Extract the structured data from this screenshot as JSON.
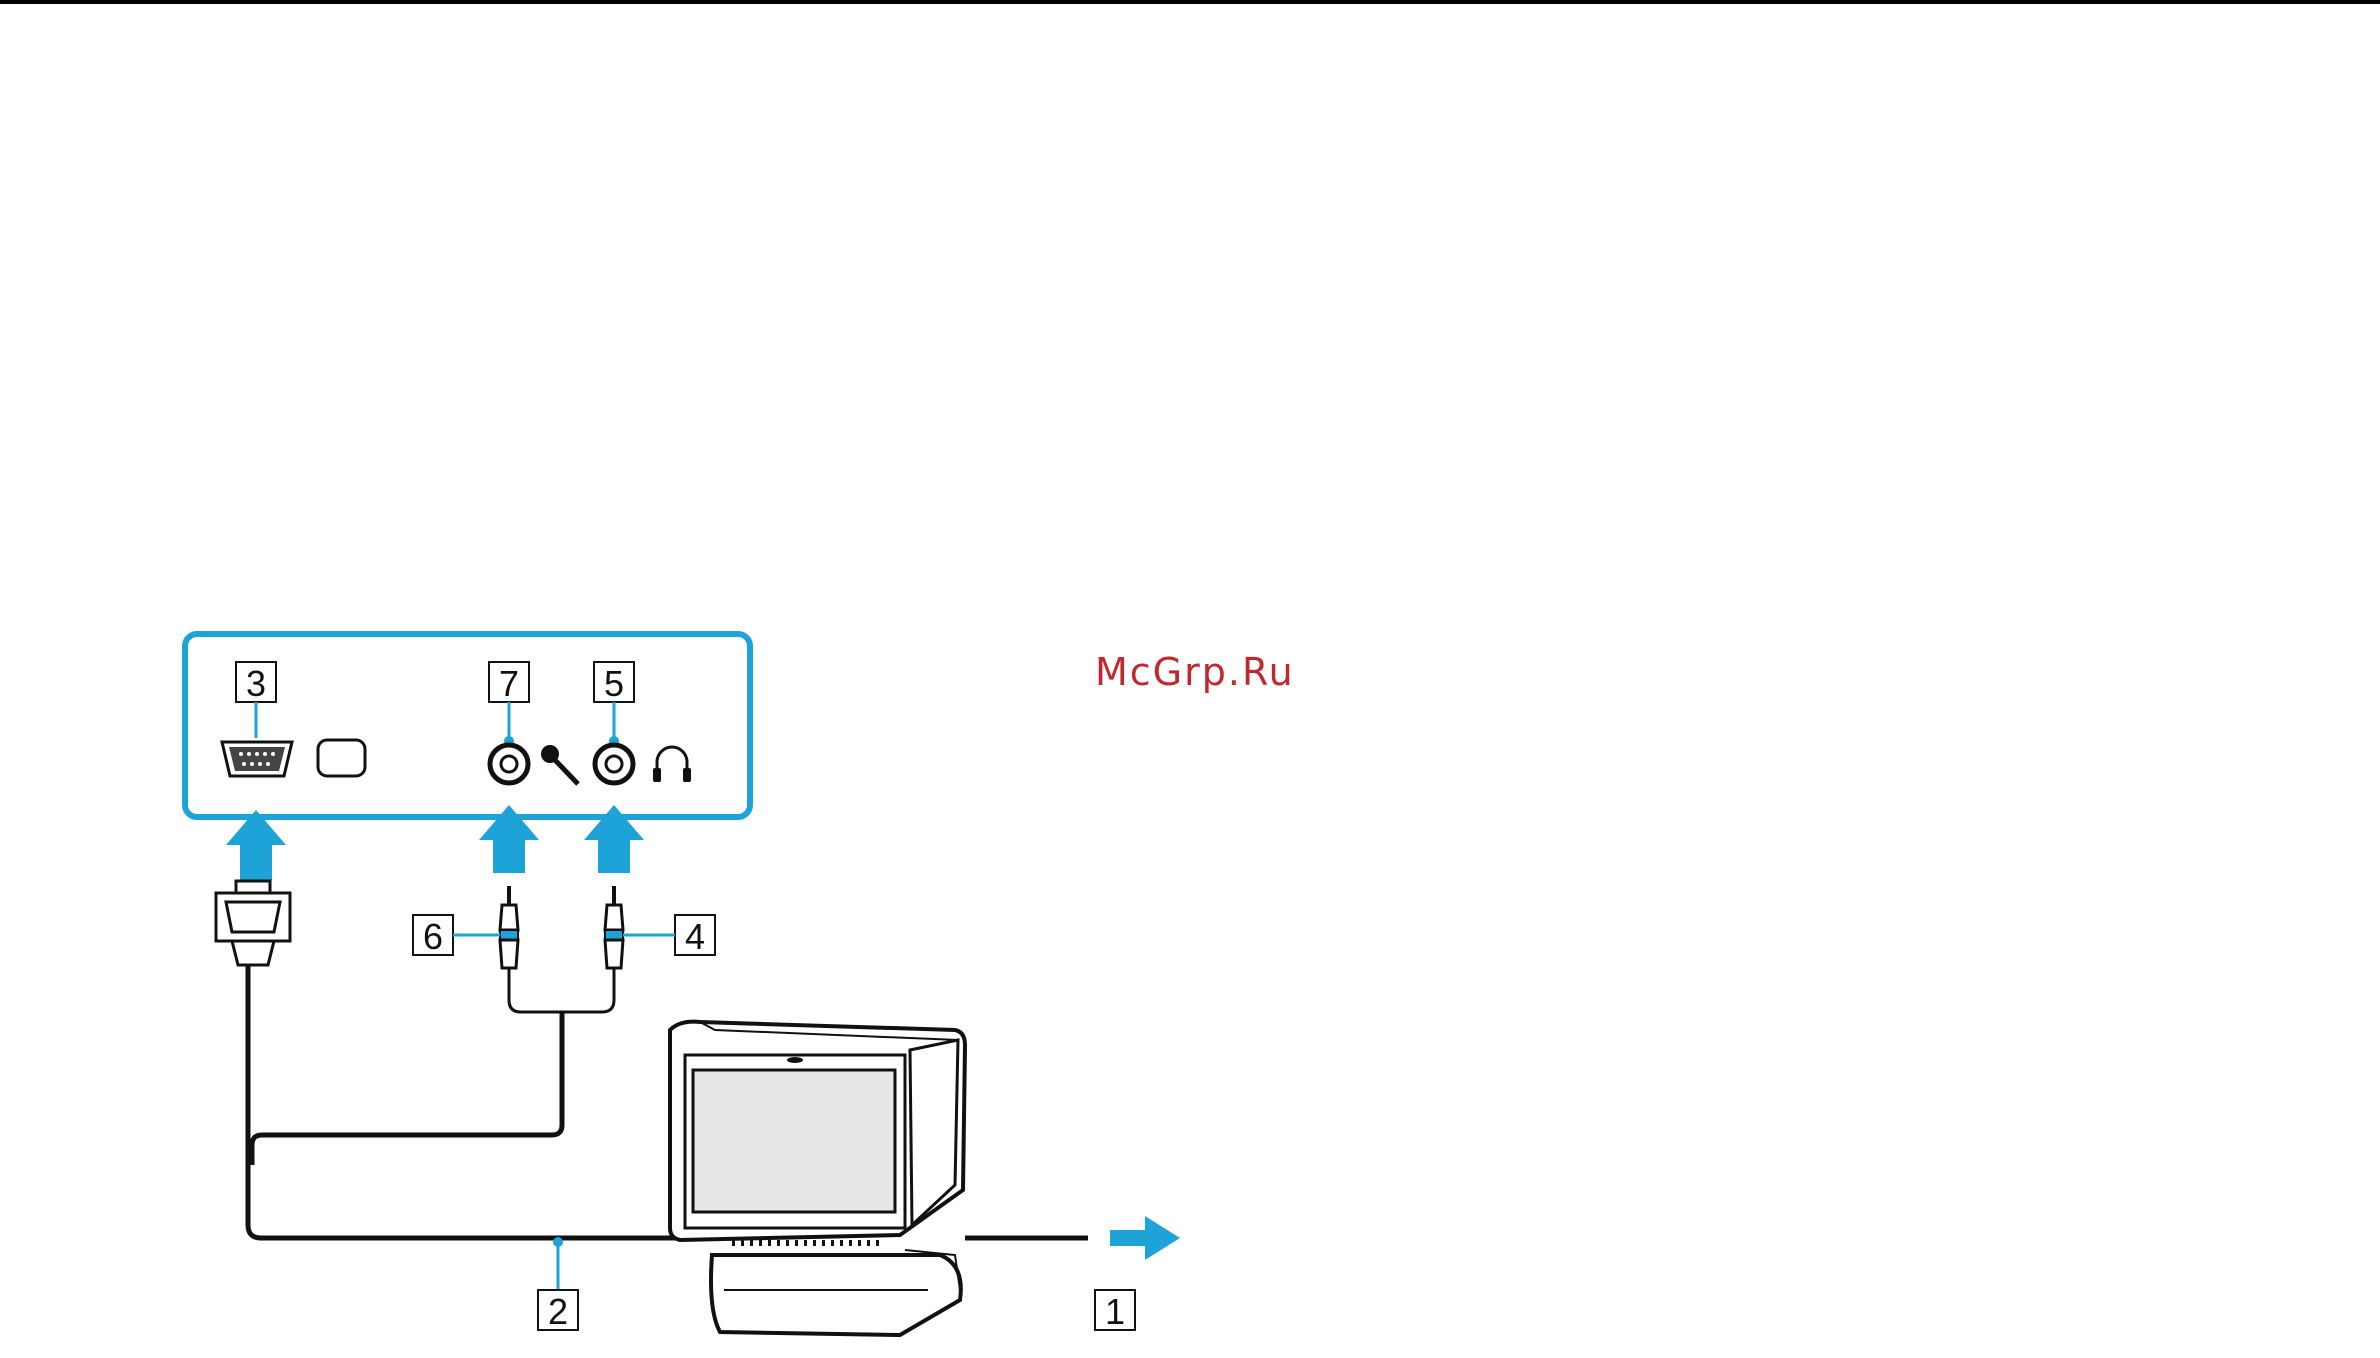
{
  "watermark": "McGrp.Ru",
  "callouts": {
    "c1": "1",
    "c2": "2",
    "c3": "3",
    "c4": "4",
    "c5": "5",
    "c6": "6",
    "c7": "7"
  },
  "colors": {
    "accent": "#1ea3d8",
    "line": "#111111",
    "watermark": "#c0282d"
  },
  "icons": {
    "vga_port": "vga-port-icon",
    "monitor": "monitor-symbol-icon",
    "mic_jack": "microphone-jack-icon",
    "mic": "microphone-icon",
    "headphone_jack": "headphone-jack-icon",
    "headphones": "headphones-icon",
    "vga_plug": "vga-plug-icon",
    "audio_plug": "audio-plug-icon",
    "crt_monitor": "crt-monitor-icon",
    "arrow": "arrow-right-icon"
  }
}
